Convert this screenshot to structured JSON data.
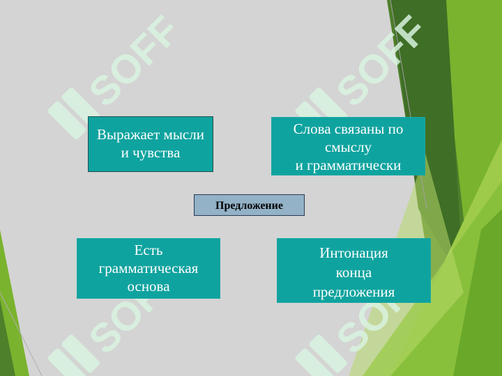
{
  "diagram": {
    "center": "Предложение",
    "boxes": [
      {
        "lines": [
          "Выражает мысли",
          "и чувства"
        ]
      },
      {
        "lines": [
          "Слова связаны по",
          "смыслу",
          "и грамматически"
        ]
      },
      {
        "lines": [
          "Есть",
          "грамматическая",
          "основа"
        ]
      },
      {
        "lines": [
          "Интонация",
          "конца",
          "предложения"
        ]
      }
    ]
  },
  "watermark": {
    "text": "SOFF"
  },
  "colors": {
    "background": "#d4d4d4",
    "card": "#0fa39f",
    "center_box": "#93b2c7",
    "accent_green": "#7ab32e"
  }
}
